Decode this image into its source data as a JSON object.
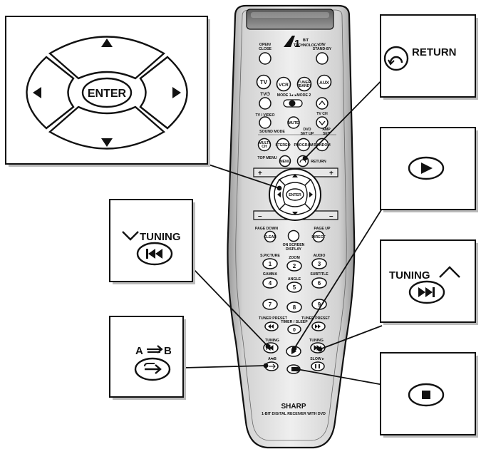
{
  "callouts": {
    "enter_pad": {
      "enter": "ENTER"
    },
    "return": {
      "label": "RETURN"
    },
    "tuning_down": {
      "label": "TUNING"
    },
    "tuning_up": {
      "label": "TUNING"
    },
    "ab": {
      "a": "A",
      "b": "B"
    }
  },
  "remote": {
    "logo_number": "1",
    "logo_text": "BIT",
    "logo_sub": "TECHNOLOGY",
    "open_close": [
      "OPEN/",
      "CLOSE"
    ],
    "on_standby": [
      "ON/",
      "STAND-BY"
    ],
    "tv": "TV",
    "vcr": "VCR",
    "tuner_band": [
      "TUNER",
      "(BAND)"
    ],
    "aux": "AUX",
    "tv_power": "TV⏻",
    "mode1": "MODE 1◂",
    "mode2": "▸MODE 2",
    "tv_video": "TV / VIDEO",
    "tv_ch": "TV CH",
    "mute": "MUTE",
    "sound_mode": "SOUND MODE",
    "dvd_setup": [
      "DVD",
      "SET UP"
    ],
    "amp_set": [
      "AMP",
      "SET"
    ],
    "multi": [
      "MULTI",
      "CH"
    ],
    "stereo": "STEREO",
    "program": "PROGRAM",
    "random": "RANDOM",
    "top_menu": "TOP MENU",
    "menu": "MENU",
    "return": "RETURN",
    "plus": "+",
    "minus": "–",
    "enter": "ENTER",
    "page_down": "PAGE DOWN",
    "page_up": "PAGE UP",
    "clear": "CLEAR",
    "direct": "DIRECT",
    "osd": [
      "ON SCREEN",
      "DISPLAY"
    ],
    "spicture": "S.PICTURE",
    "zoom": "ZOOM",
    "audio": "AUDIO",
    "gamma": "GAMMA",
    "angle": "ANGLE",
    "subtitle": "SUBTITLE",
    "tuner_preset": "TUNER PRESET",
    "timer_sleep": "TIMER / SLEEP",
    "tuning": "TUNING",
    "ab": "A⇆B",
    "slow": "SLOW ▸",
    "digits": [
      "1",
      "2",
      "3",
      "4",
      "5",
      "6",
      "7",
      "8",
      "9",
      "0"
    ],
    "brand": "SHARP",
    "tagline": "1-BIT DIGITAL RECEIVER WITH DVD"
  }
}
